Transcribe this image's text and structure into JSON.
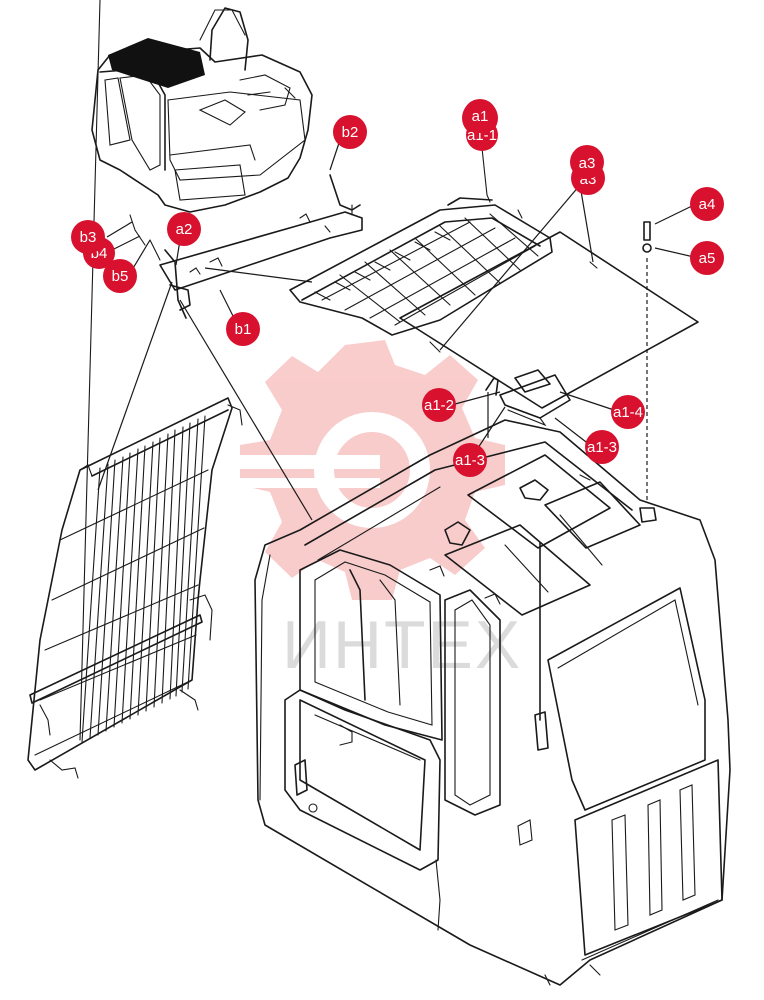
{
  "diagram": {
    "callout_color": "#d8112e",
    "watermark_color": "#f07070",
    "watermark_text": "ИНТЕХ",
    "callouts": {
      "a1": "a1",
      "a1_1": "a1-1",
      "a1_2": "a1-2",
      "a1_3": "a1-3",
      "a1_3b": "a1-3",
      "a1_4": "a1-4",
      "a2": "a2",
      "a3": "a3",
      "a3b": "a3",
      "a4": "a4",
      "a5": "a5",
      "b1": "b1",
      "b2": "b2",
      "b3": "b3",
      "b4": "b4",
      "b5": "b5"
    }
  }
}
